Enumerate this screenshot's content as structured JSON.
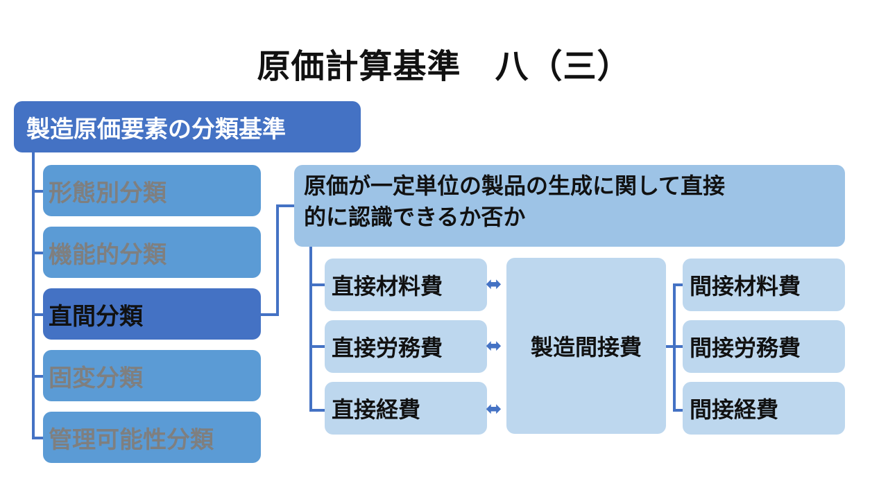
{
  "title": "原価計算基準　八（三）",
  "header": "製造原価要素の分類基準",
  "categories": [
    {
      "label": "形態別分類",
      "active": false
    },
    {
      "label": "機能的分類",
      "active": false
    },
    {
      "label": "直間分類",
      "active": true
    },
    {
      "label": "固変分類",
      "active": false
    },
    {
      "label": "管理可能性分類",
      "active": false
    }
  ],
  "description": {
    "line1": "原価が一定単位の製品の生成に関して直接",
    "line2": "的に認識できるか否か"
  },
  "direct_costs": [
    "直接材料費",
    "直接労務費",
    "直接経費"
  ],
  "overhead": "製造間接費",
  "indirect_costs": [
    "間接材料費",
    "間接労務費",
    "間接経費"
  ],
  "colors": {
    "dark_blue": "#4472c4",
    "mid_blue": "#5b9bd5",
    "light_blue": "#9dc3e6",
    "pale_blue": "#bdd7ee",
    "inactive_text": "#7f7f7f"
  }
}
